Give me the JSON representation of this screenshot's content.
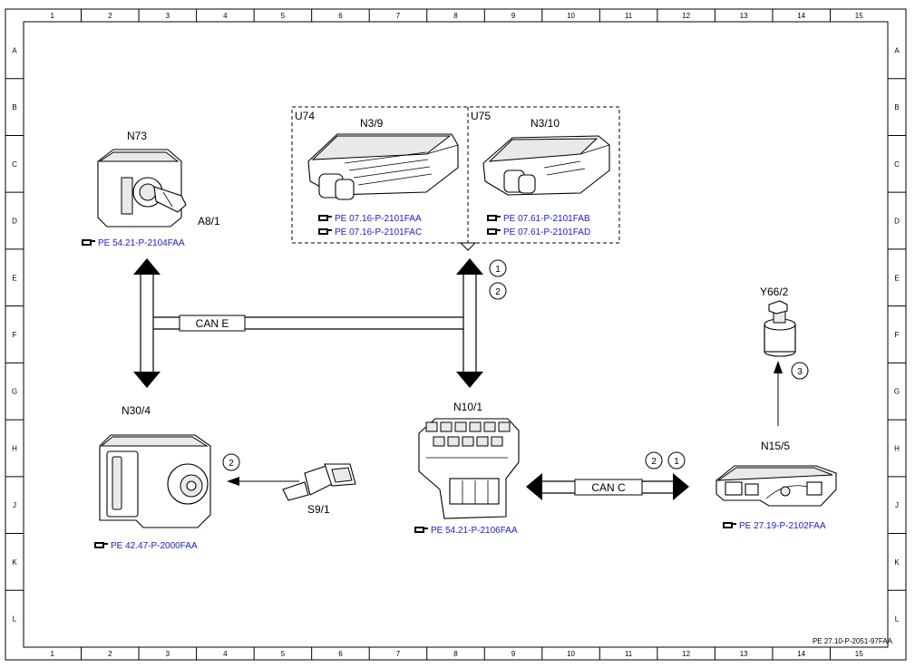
{
  "grid": {
    "columns": [
      "1",
      "2",
      "3",
      "4",
      "5",
      "6",
      "7",
      "8",
      "9",
      "10",
      "11",
      "12",
      "13",
      "14",
      "15"
    ],
    "rows": [
      "A",
      "B",
      "C",
      "D",
      "E",
      "F",
      "G",
      "H",
      "J",
      "K",
      "L"
    ]
  },
  "components": {
    "u74": {
      "group": "U74",
      "label": "N3/9",
      "refs": [
        "PE 07.16-P-2101FAA",
        "PE 07.16-P-2101FAC"
      ]
    },
    "u75": {
      "group": "U75",
      "label": "N3/10",
      "refs": [
        "PE 07.61-P-2101FAB",
        "PE 07.61-P-2101FAD"
      ]
    },
    "n73": {
      "label": "N73",
      "sublabel": "A8/1",
      "ref": "PE 54.21-P-2104FAA"
    },
    "n30_4": {
      "label": "N30/4",
      "ref": "PE 42.47-P-2000FAA"
    },
    "s9_1": {
      "label": "S9/1"
    },
    "n10_1": {
      "label": "N10/1",
      "ref": "PE 54.21-P-2106FAA"
    },
    "n15_5": {
      "label": "N15/5",
      "ref": "PE 27.19-P-2102FAA"
    },
    "y66_2": {
      "label": "Y66/2"
    }
  },
  "buses": {
    "can_e": "CAN E",
    "can_c": "CAN C"
  },
  "markers": [
    "1",
    "2",
    "2",
    "2",
    "1",
    "3"
  ],
  "ref_icon": "pointing-hand-icon",
  "doc_code": "PE 27.10-P-2051-97FAA",
  "colors": {
    "link": "#1b1bcc",
    "line": "#000000"
  }
}
